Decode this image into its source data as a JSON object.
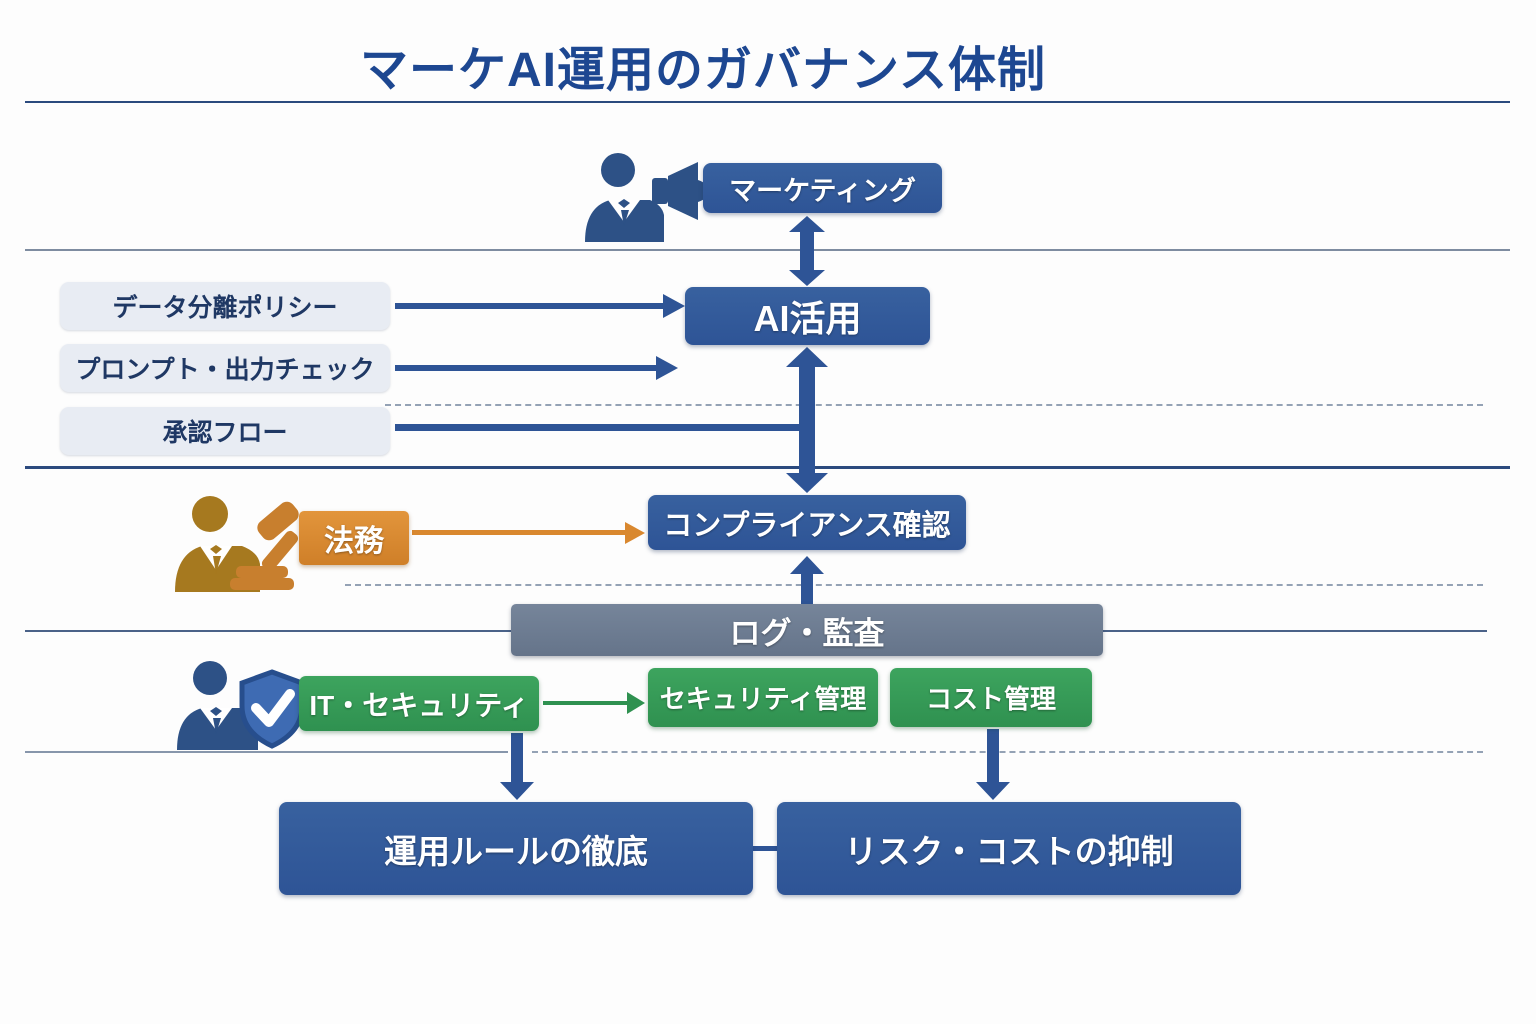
{
  "title": "マーケAI運用のガバナンス体制",
  "colors": {
    "title_blue": "#1d4791",
    "navy_box": "#2e5496",
    "navy_line": "#2b4a7e",
    "gray_line": "#8796ab",
    "light_input_box": "#e8ecf3",
    "input_text": "#1f3864",
    "orange": "#d9882f",
    "legal_gold": "#a6791f",
    "green": "#2f9150",
    "slate_bar": "#6d7a8c"
  },
  "icons": {
    "marketer": "person-megaphone-icon",
    "legal": "person-gavel-icon",
    "security": "person-shield-check-icon"
  },
  "nodes": {
    "marketing": {
      "label": "マーケティング"
    },
    "ai_use": {
      "label": "AI活用"
    },
    "inputs": [
      {
        "label": "データ分離ポリシー"
      },
      {
        "label": "プロンプト・出力チェック"
      },
      {
        "label": "承認フロー"
      }
    ],
    "legal": {
      "label": "法務"
    },
    "compliance": {
      "label": "コンプライアンス確認"
    },
    "log_audit": {
      "label": "ログ・監査"
    },
    "it_security": {
      "label": "IT・セキュリティ"
    },
    "security_mgmt": {
      "label": "セキュリティ管理"
    },
    "cost_mgmt": {
      "label": "コスト管理"
    },
    "ops_rules": {
      "label": "運用ルールの徹底"
    },
    "risk_cost": {
      "label": "リスク・コストの抑制"
    }
  }
}
